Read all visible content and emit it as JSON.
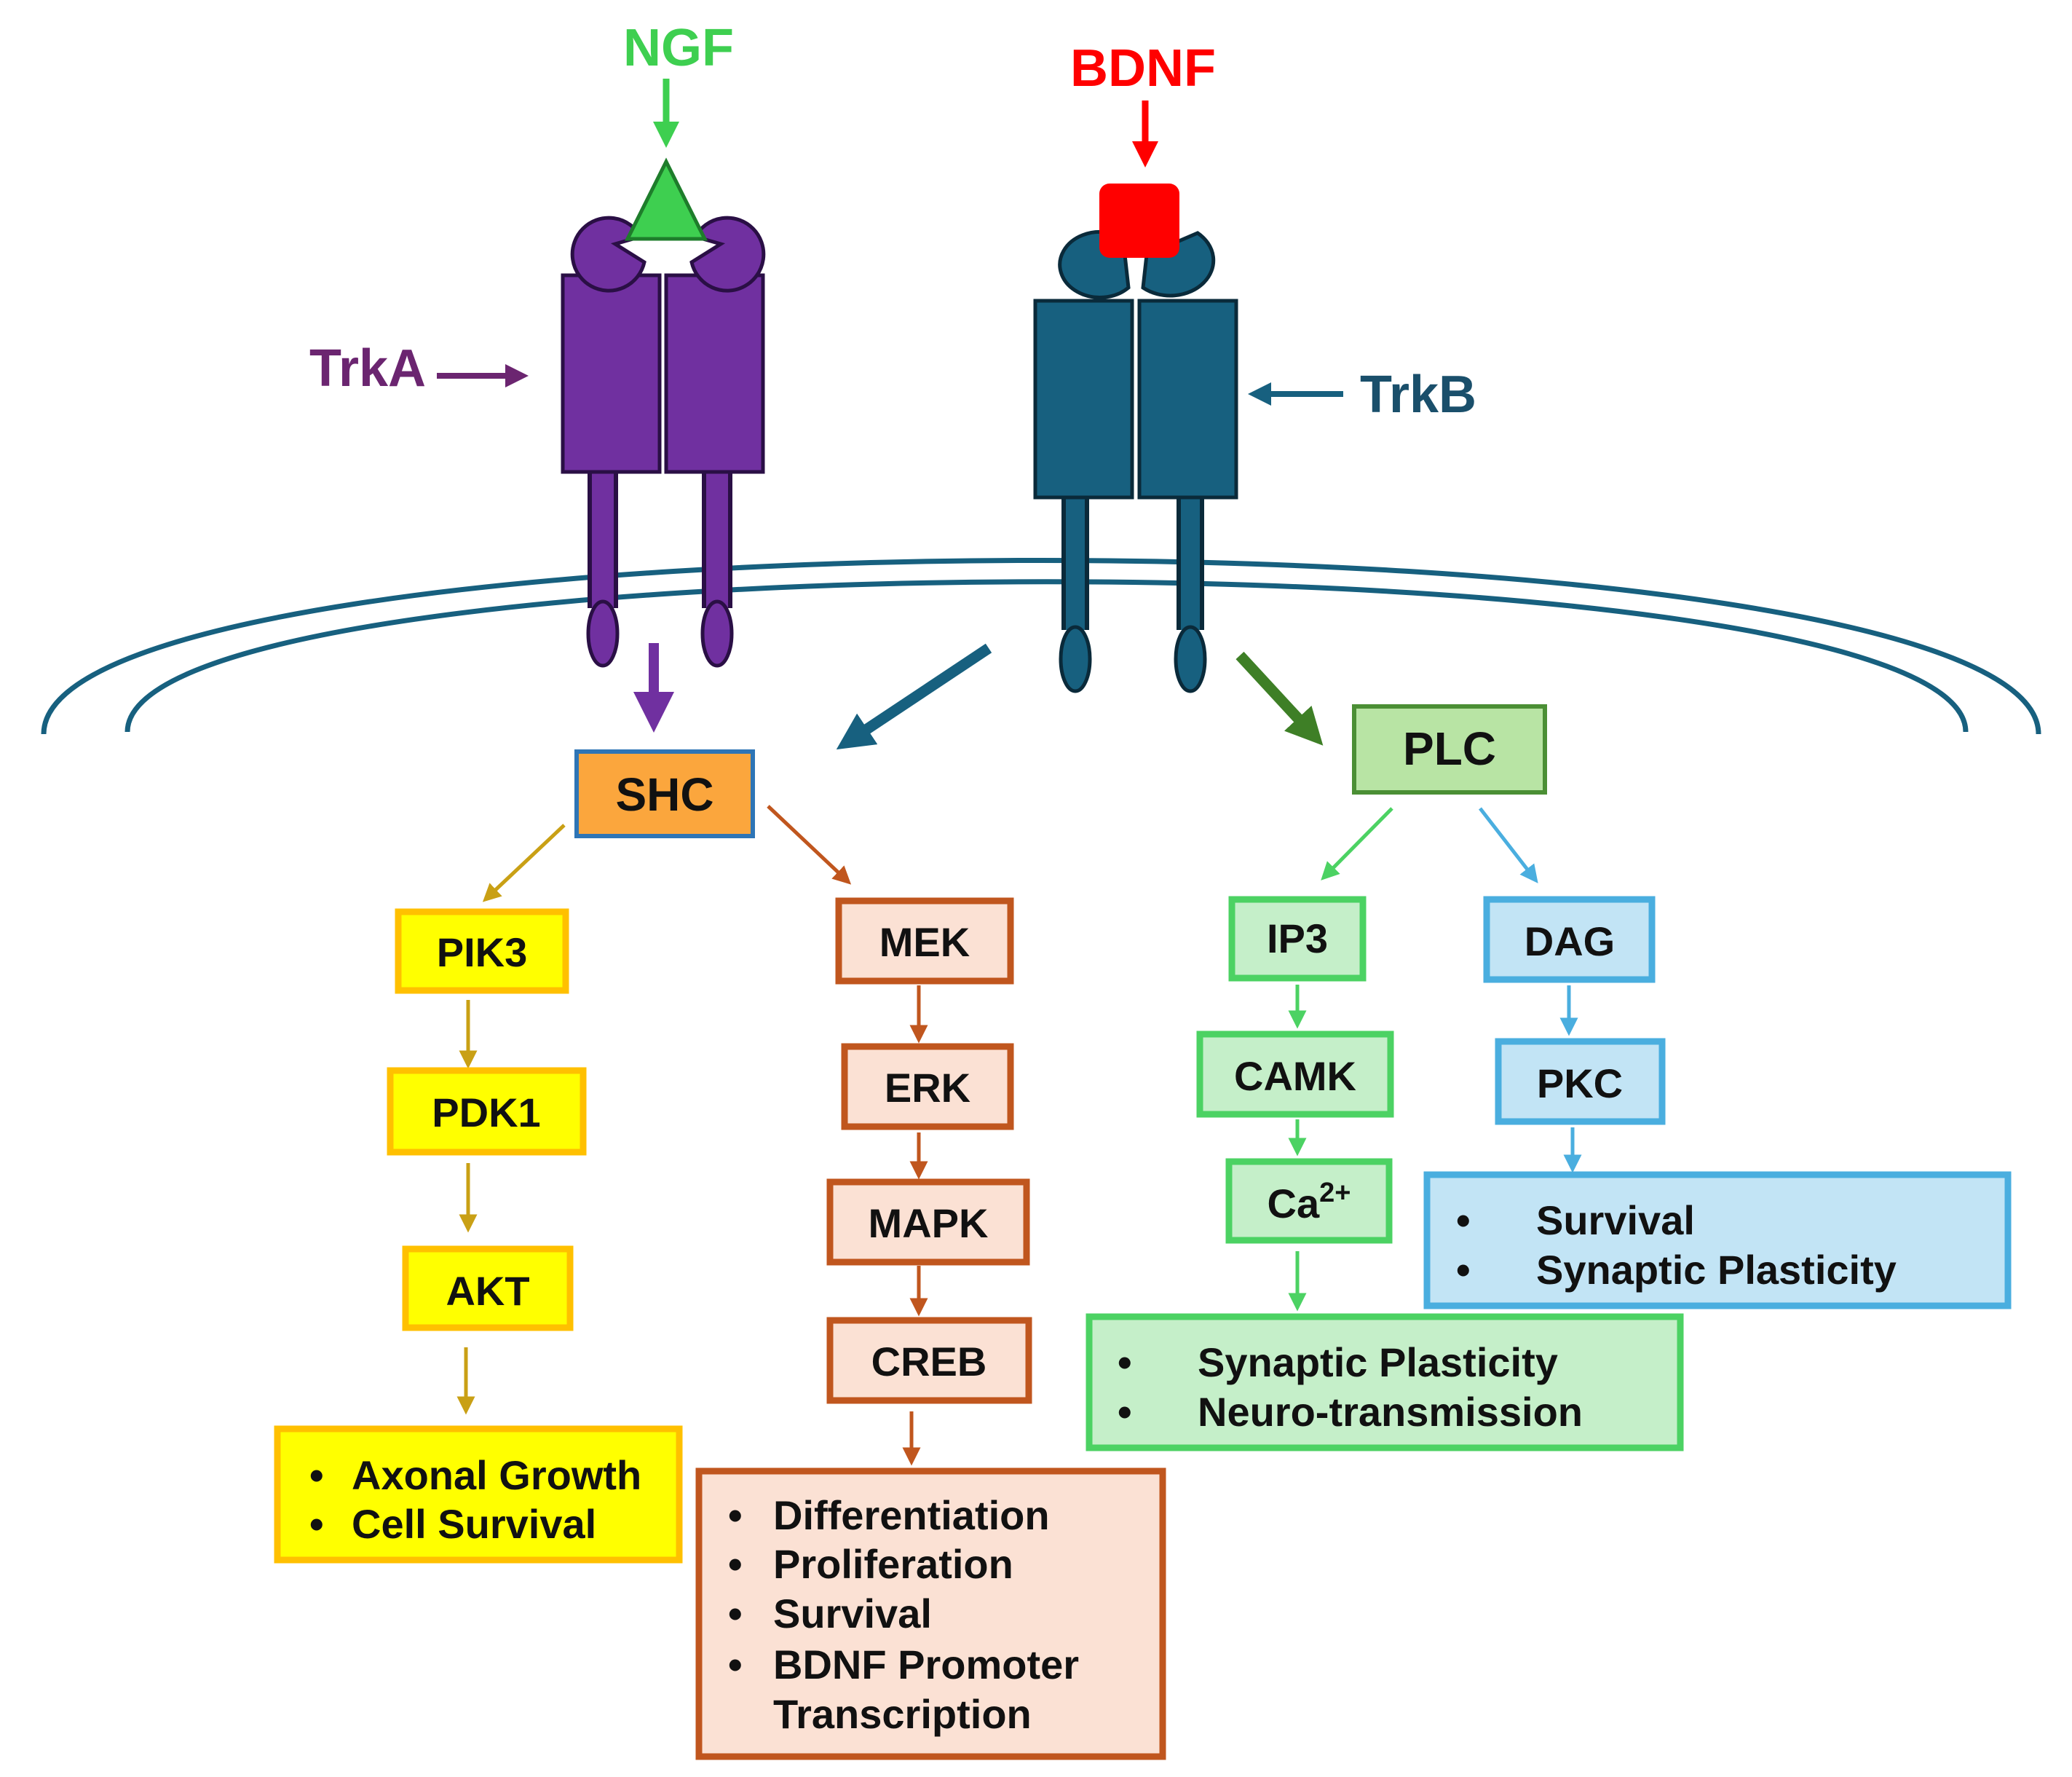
{
  "ligands": {
    "ngf": "NGF",
    "bdnf": "BDNF"
  },
  "receptors": {
    "trka": "TrkA",
    "trkb": "TrkB"
  },
  "nodes": {
    "shc": "SHC",
    "plc": "PLC",
    "pik3": "PIK3",
    "pdk1": "PDK1",
    "akt": "AKT",
    "mek": "MEK",
    "erk": "ERK",
    "mapk": "MAPK",
    "creb": "CREB",
    "ip3": "IP3",
    "camk": "CAMK",
    "ca_base": "Ca",
    "ca_sup": "2+",
    "dag": "DAG",
    "pkc": "PKC"
  },
  "outcomes": {
    "akt_path": [
      "Axonal Growth",
      "Cell Survival"
    ],
    "creb_path": [
      "Differentiation",
      "Proliferation",
      "Survival",
      "BDNF Promoter",
      "Transcription"
    ],
    "ca_path": [
      "Synaptic Plasticity",
      "Neuro-transmission"
    ],
    "pkc_path": [
      "Survival",
      "Synaptic Plasticity"
    ],
    "bullet": "•"
  },
  "colors": {
    "ngf": "#3ecf50",
    "bdnf": "#ff0000",
    "trka": "#7030a0",
    "trka_label": "#6b2570",
    "trkb": "#17607f",
    "trkb_label": "#1a4f6b",
    "membrane": "#17607f",
    "shc_fill": "#fba63d",
    "shc_stroke": "#2e75b6",
    "yellow_fill": "#ffff00",
    "yellow_stroke": "#ffc000",
    "yellow_arrow": "#c9a015",
    "orange_fill": "#fbe1d4",
    "orange_stroke": "#c0561e",
    "green_fill": "#c5efc9",
    "green_stroke": "#4cd263",
    "plc_fill": "#b8e4a4",
    "plc_stroke": "#4b8f35",
    "plc_arrow": "#3e7f26",
    "blue_fill": "#c2e4f5",
    "blue_stroke": "#4aaedf"
  }
}
